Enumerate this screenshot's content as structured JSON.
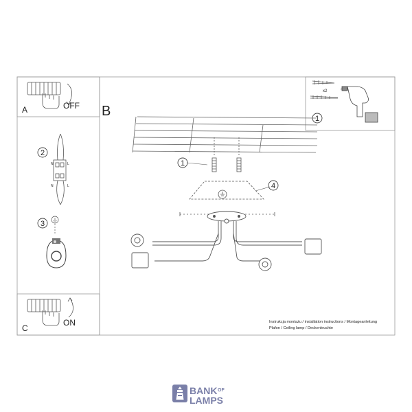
{
  "panels": {
    "a": {
      "letter": "A",
      "state": "OFF"
    },
    "b": {
      "letter": "B"
    },
    "c": {
      "letter": "C",
      "state": "ON"
    }
  },
  "steps": {
    "screws": "1",
    "wiring": "2",
    "ground": "3",
    "canopy": "4",
    "tools_step": "1"
  },
  "terminal_labels": {
    "n": "N",
    "l": "L"
  },
  "kit": {
    "qty": "x2"
  },
  "caption": {
    "line1": "Instrukcja montażu / installation instructions / Montageanleitung",
    "line2": "Plafon / Ceiling lamp / Deckenleuchte"
  },
  "logo": {
    "word1": "BANK",
    "word2": "OF",
    "word3": "LAMPS"
  },
  "colors": {
    "line": "#555555",
    "frame": "#999999",
    "logo": "#7a7fa8"
  }
}
